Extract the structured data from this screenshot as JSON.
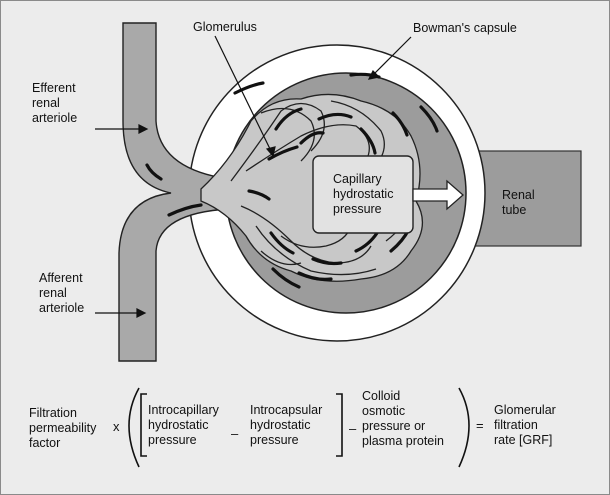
{
  "labels": {
    "glomerulus": "Glomerulus",
    "bowmans_capsule": "Bowman's capsule",
    "efferent": "Efferent\nrenal\narteriole",
    "afferent": "Afferent\nrenal\narteriole",
    "renal_tube": "Renal\ntube",
    "capillary_pressure": "Capillary\nhydrostatic\npressure"
  },
  "equation": {
    "factor": "Filtration\npermeability\nfactor",
    "times": "x",
    "intracapillary": "Introcapillary\nhydrostatic\npressure",
    "minus1": "–",
    "intracapsular": "Introcapsular\nhydrostatic\npressure",
    "minus2": "–",
    "colloid": "Colloid\nosmotic\npressure or\nplasma protein",
    "equals": "=",
    "result": "Glomerular\nfiltration\nrate [GRF]"
  }
}
